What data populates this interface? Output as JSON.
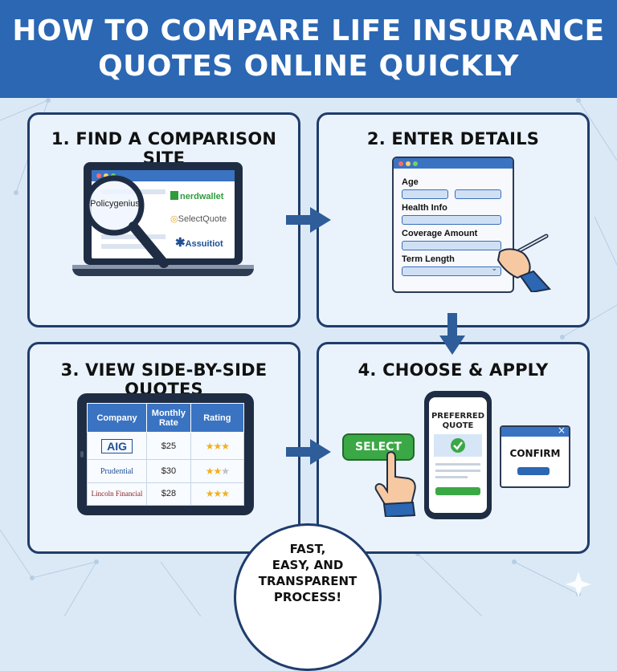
{
  "header": {
    "line1": "HOW TO COMPARE LIFE INSURANCE",
    "line2": "QUOTES ONLINE QUICKLY"
  },
  "steps": [
    {
      "title": "1. FIND A COMPARISON SITE"
    },
    {
      "title": "2. ENTER DETAILS"
    },
    {
      "title": "3. VIEW SIDE-BY-SIDE QUOTES"
    },
    {
      "title": "4. CHOOSE & APPLY"
    }
  ],
  "step1": {
    "magnifier_text": "Policygenius",
    "brands": [
      "nerdwallet",
      "SelectQuote",
      "Assuitiot"
    ]
  },
  "step2": {
    "fields": [
      "Age",
      "Health Info",
      "Coverage Amount",
      "Term Length"
    ]
  },
  "step3": {
    "columns": [
      "Company",
      "Monthly Rate",
      "Rating"
    ],
    "rows": [
      {
        "company": "AIG",
        "rate": "$25",
        "stars": 3
      },
      {
        "company": "Prudential",
        "rate": "$30",
        "stars": 2
      },
      {
        "company": "Lincoln Financial",
        "rate": "$28",
        "stars": 3
      }
    ]
  },
  "step4": {
    "select_label": "SELECT",
    "phone_line1": "PREFERRED",
    "phone_line2": "QUOTE",
    "confirm_label": "CONFIRM",
    "close_glyph": "×"
  },
  "badge": {
    "line1": "FAST,",
    "line2": "EASY, AND",
    "line3": "TRANSPARENT",
    "line4": "PROCESS!"
  },
  "colors": {
    "header": "#2b67b3",
    "panel_border": "#1f3c6b",
    "select_green": "#3aa845",
    "arrow": "#2e5d99"
  }
}
